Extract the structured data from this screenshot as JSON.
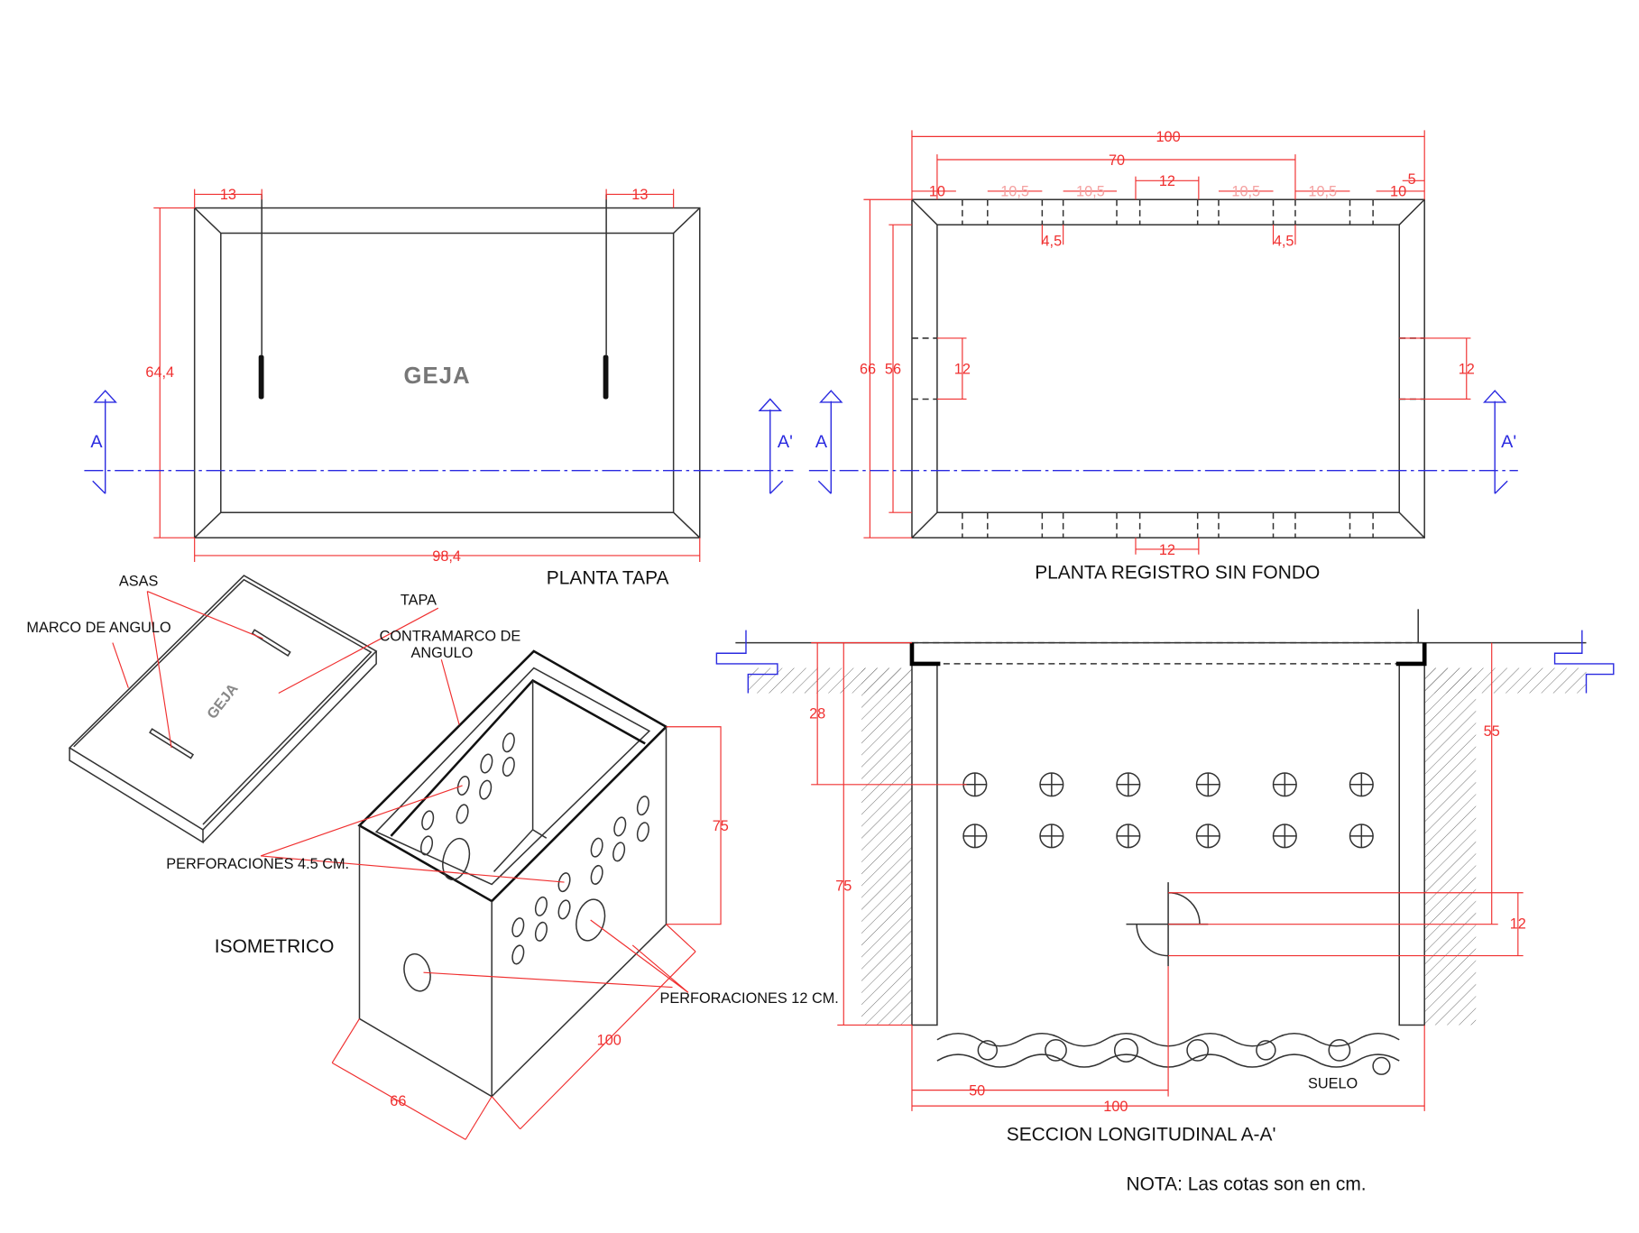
{
  "logo_text": "GEJA",
  "planta_tapa": {
    "title": "PLANTA TAPA",
    "dims": {
      "handle_left": "13",
      "handle_right": "13",
      "height": "64,4",
      "width": "98,4"
    },
    "section_left": "A",
    "section_right": "A'"
  },
  "planta_registro": {
    "title": "PLANTA REGISTRO SIN FONDO",
    "dims": {
      "total": "100",
      "span": "70",
      "center": "12",
      "edge_left": "10",
      "gap1": "10,5",
      "gap2": "10,5",
      "gap3": "10,5",
      "gap4": "10,5",
      "edge_right": "10",
      "offset": "5",
      "hole_left": "4,5",
      "hole_right": "4,5",
      "outer_height": "66",
      "inner_height": "56",
      "side_left": "12",
      "side_right": "12",
      "bottom": "12"
    },
    "section_left": "A",
    "section_right": "A'"
  },
  "isometrico": {
    "title": "ISOMETRICO",
    "labels": {
      "asas": "ASAS",
      "marco": "MARCO DE ANGULO",
      "tapa": "TAPA",
      "contramarco_1": "CONTRAMARCO DE",
      "contramarco_2": "ANGULO",
      "perf_small": "PERFORACIONES  4.5 CM.",
      "perf_big": "PERFORACIONES  12 CM."
    },
    "dims": {
      "height": "75",
      "length": "100",
      "width": "66"
    }
  },
  "seccion": {
    "title": "SECCION LONGITUDINAL  A-A'",
    "dims": {
      "top": "28",
      "height": "75",
      "pipe": "55",
      "pipe_dia": "12",
      "half": "50",
      "total": "100"
    },
    "soil_label": "SUELO"
  },
  "note": "NOTA: Las cotas son en cm."
}
